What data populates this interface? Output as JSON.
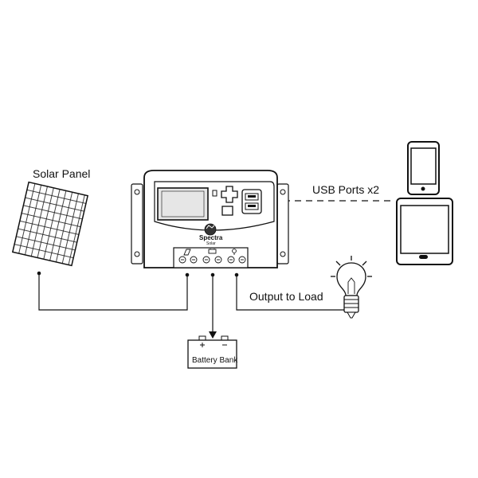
{
  "labels": {
    "solar_panel": "Solar Panel",
    "usb_ports": "USB Ports x2",
    "output_to_load": "Output to Load",
    "battery_bank": "Battery Bank"
  },
  "controller": {
    "brand": "Spectra",
    "brand_sub": "Solar"
  },
  "colors": {
    "stroke": "#111111",
    "screen": "#e6e6e6",
    "body": "#ffffff",
    "background": "#ffffff"
  },
  "icons": {
    "panel_terminal": "solar-panel-icon",
    "battery_terminal": "battery-icon",
    "load_terminal": "bulb-icon"
  }
}
